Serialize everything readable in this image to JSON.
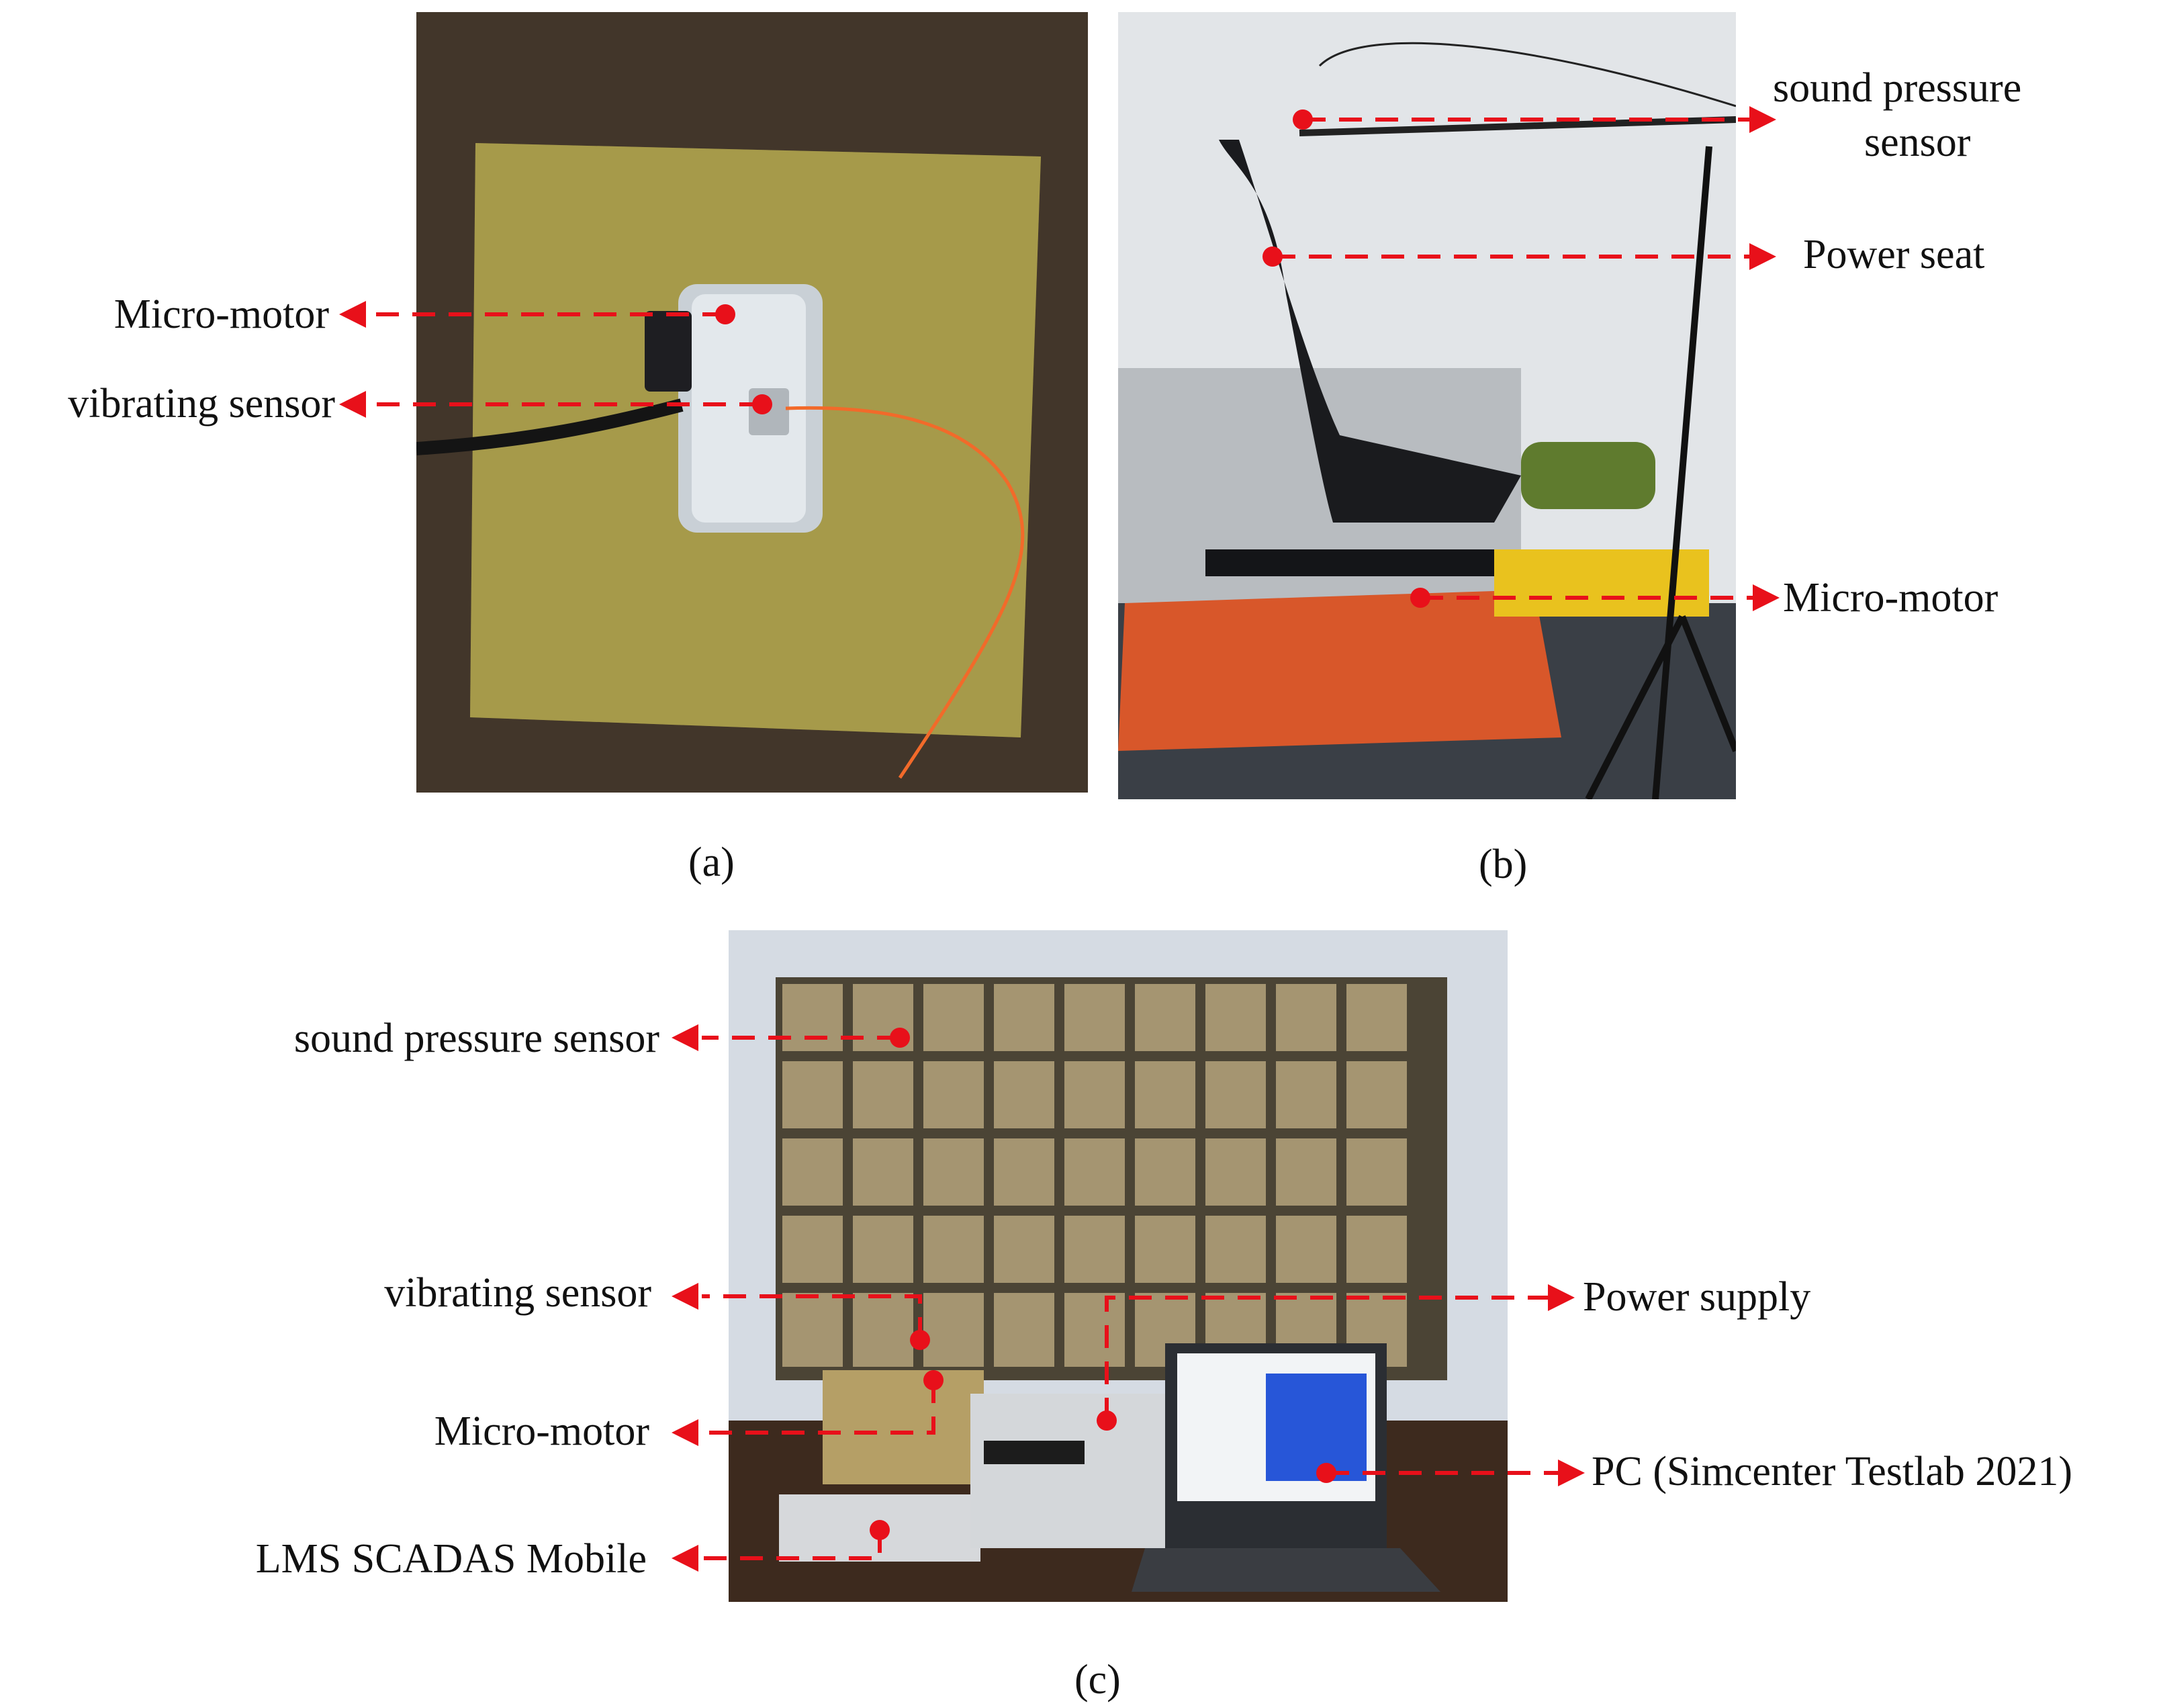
{
  "panels": {
    "a": {
      "caption": "(a)",
      "labels": {
        "micro_motor": "Micro-motor",
        "vibrating_sensor": "vibrating sensor"
      }
    },
    "b": {
      "caption": "(b)",
      "labels": {
        "sound_pressure_line1": "sound pressure",
        "sound_pressure_line2": "sensor",
        "power_seat": "Power seat",
        "micro_motor": "Micro-motor"
      }
    },
    "c": {
      "caption": "(c)",
      "labels": {
        "sound_pressure_sensor": "sound pressure sensor",
        "vibrating_sensor": "vibrating sensor",
        "power_supply": "Power supply",
        "micro_motor": "Micro-motor",
        "pc": "PC (Simcenter Testlab 2021)",
        "lms": "LMS SCADAS Mobile"
      }
    }
  },
  "colors": {
    "annotation": "#e8101a",
    "text": "#111111"
  },
  "icons": [
    "red-dot-marker-icon",
    "red-arrowhead-icon"
  ]
}
